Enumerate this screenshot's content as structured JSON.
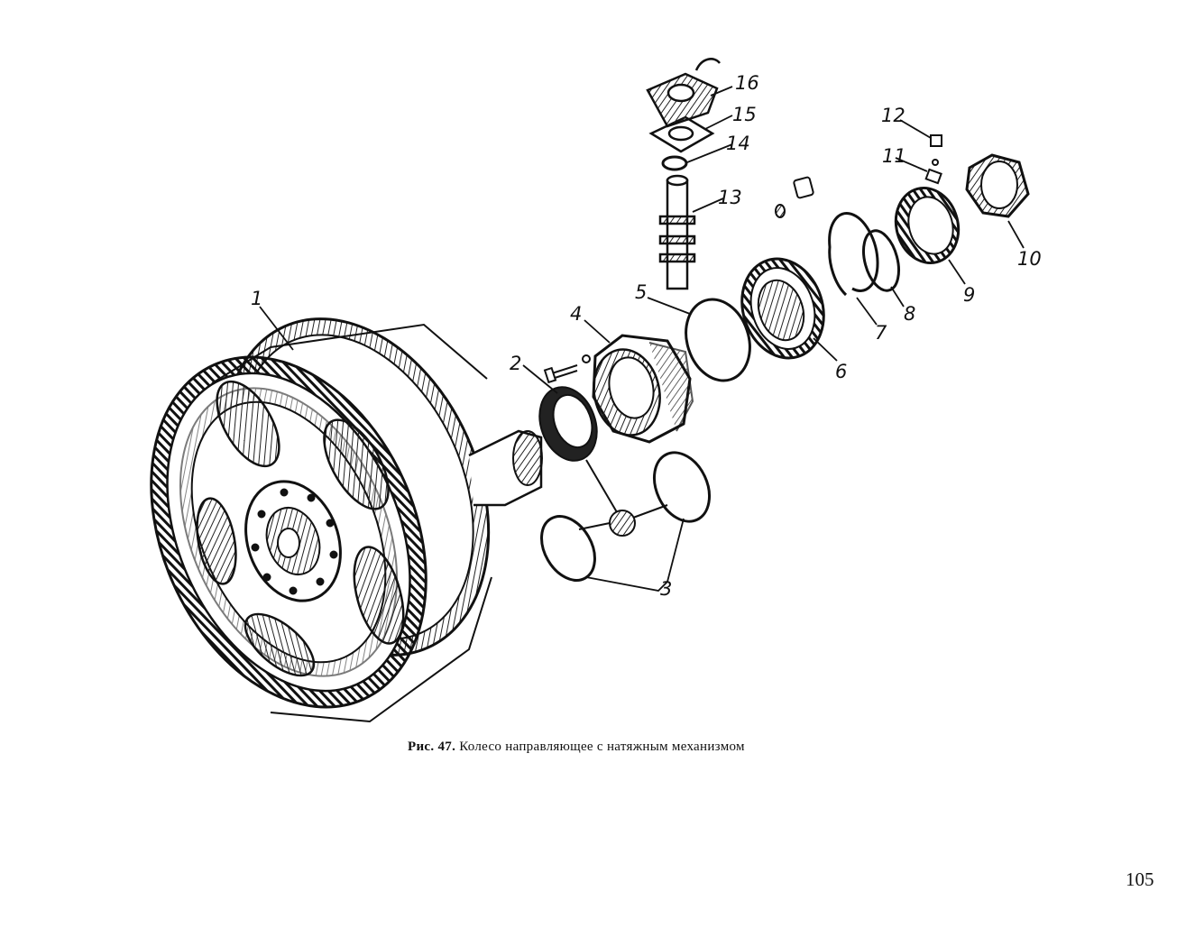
{
  "figure": {
    "caption_prefix": "Рис. 47.",
    "caption_text": "Колесо направляющее с натяжным механизмом"
  },
  "callouts": [
    {
      "id": "1",
      "label": "1"
    },
    {
      "id": "2",
      "label": "2"
    },
    {
      "id": "3",
      "label": "3"
    },
    {
      "id": "4",
      "label": "4"
    },
    {
      "id": "5",
      "label": "5"
    },
    {
      "id": "6",
      "label": "6"
    },
    {
      "id": "7",
      "label": "7"
    },
    {
      "id": "8",
      "label": "8"
    },
    {
      "id": "9",
      "label": "9"
    },
    {
      "id": "10",
      "label": "10"
    },
    {
      "id": "11",
      "label": "11"
    },
    {
      "id": "12",
      "label": "12"
    },
    {
      "id": "13",
      "label": "13"
    },
    {
      "id": "14",
      "label": "14"
    },
    {
      "id": "15",
      "label": "15"
    },
    {
      "id": "16",
      "label": "16"
    }
  ],
  "page": {
    "number": "105"
  }
}
